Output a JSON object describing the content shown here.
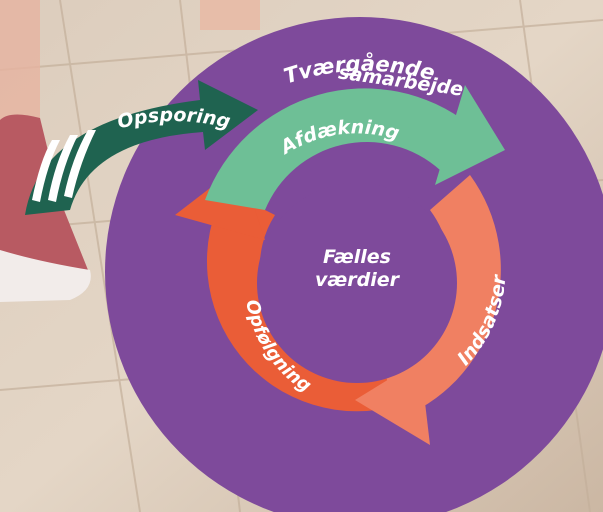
{
  "diagram": {
    "outer_label_line1": "Tværgående",
    "outer_label_line2": "samarbejde",
    "center_label_line1": "Fælles",
    "center_label_line2": "værdier",
    "entry_arrow_label": "Opsporing",
    "cycle_labels": {
      "top": "Afdækning",
      "right": "Indsatser",
      "left": "Opfølgning"
    }
  },
  "colors": {
    "outer_circle": "#7e4a9b",
    "center_circle": "#7e4a9b",
    "entry_arrow": "#1f6350",
    "cycle_top": "#6ebf96",
    "cycle_right": "#f08062",
    "cycle_left": "#ea5d37",
    "background": "#d9c9b7"
  }
}
